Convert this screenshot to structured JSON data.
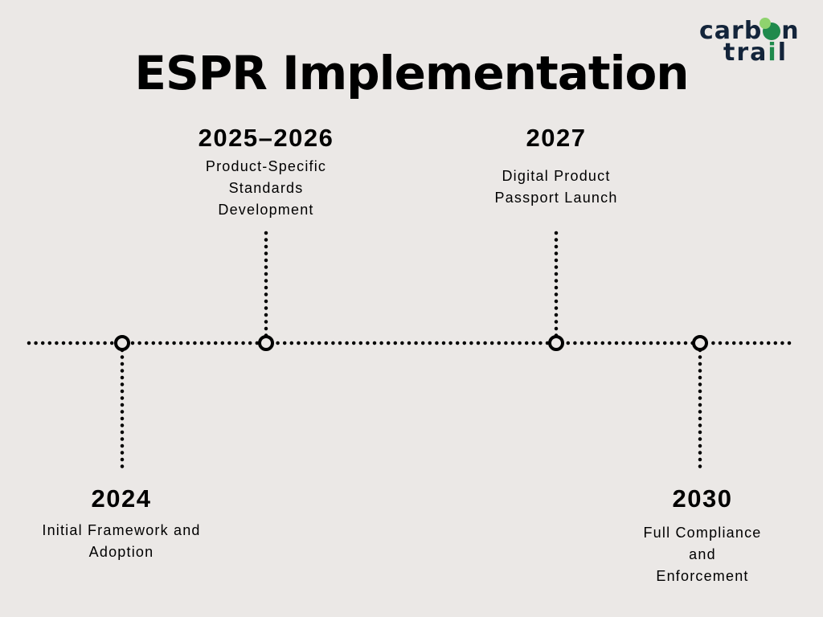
{
  "title": "ESPR Implementation",
  "logo": {
    "line1_a": "carb",
    "line1_b": "n",
    "line2_a": "tra",
    "line2_b": "i",
    "line2_c": "l",
    "accent_color": "#1f8a4c",
    "highlight_color": "#8fd36e",
    "text_color": "#13243a"
  },
  "milestones": [
    {
      "year": "2024",
      "line1": "Initial Framework and",
      "line2": "Adoption",
      "line3": ""
    },
    {
      "year": "2025–2026",
      "line1": "Product-Specific",
      "line2": "Standards",
      "line3": "Development"
    },
    {
      "year": "2027",
      "line1": "Digital Product",
      "line2": "Passport Launch",
      "line3": ""
    },
    {
      "year": "2030",
      "line1": "Full Compliance and",
      "line2": "Enforcement",
      "line3": ""
    }
  ],
  "colors": {
    "background": "#ebe8e6",
    "line": "#000000"
  }
}
